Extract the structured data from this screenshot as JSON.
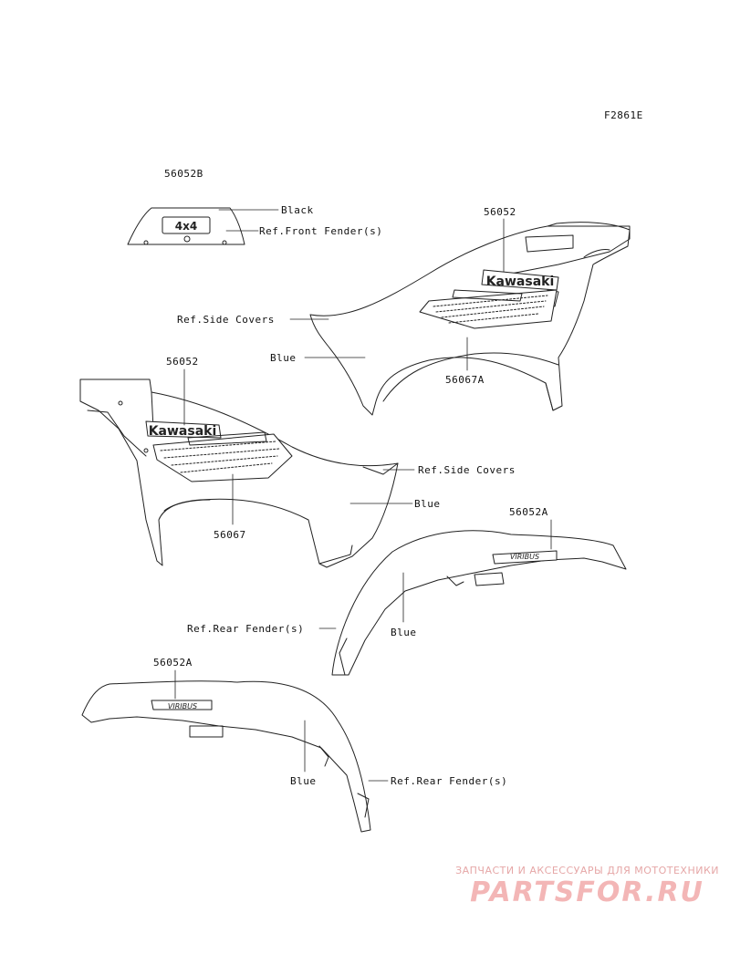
{
  "figure_code": "F2861E",
  "parts": {
    "p56052B": "56052B",
    "p56052_top": "56052",
    "p56067A": "56067A",
    "p56052_mid": "56052",
    "p56067": "56067",
    "p56052A_mid": "56052A",
    "p56052A_low": "56052A"
  },
  "callouts": {
    "black": "Black",
    "front_fender": "Ref.Front Fender(s)",
    "side_covers_1": "Ref.Side Covers",
    "blue_1": "Blue",
    "side_covers_2": "Ref.Side Covers",
    "blue_2": "Blue",
    "rear_fender_1": "Ref.Rear Fender(s)",
    "blue_3": "Blue",
    "blue_4": "Blue",
    "rear_fender_2": "Ref.Rear Fender(s)"
  },
  "decals": {
    "brand": "Kawasaki",
    "badge": "4x4"
  },
  "watermark": {
    "tagline": "ЗАПЧАСТИ И АКСЕССУАРЫ ДЛЯ МОТОТЕХНИКИ",
    "brand": "PARTSFOR.RU",
    "color": "#f3b6b6"
  }
}
